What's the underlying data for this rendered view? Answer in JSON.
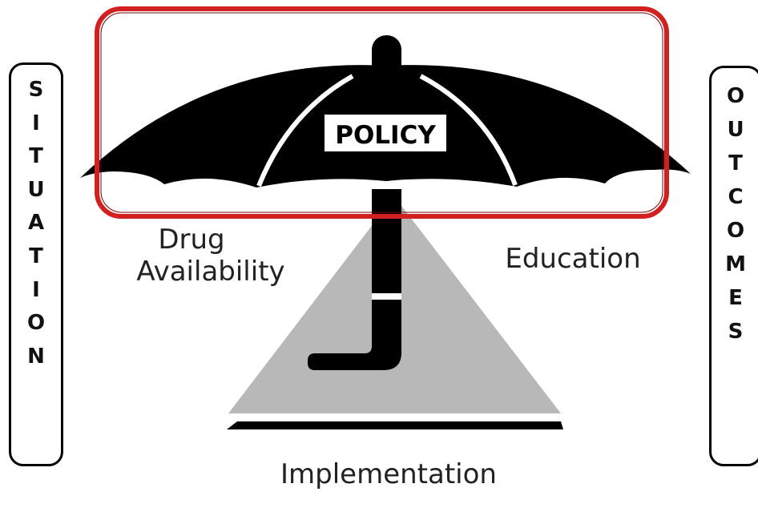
{
  "left_box": {
    "letters": [
      "S",
      "I",
      "T",
      "U",
      "A",
      "T",
      "I",
      "O",
      "N"
    ]
  },
  "right_box": {
    "letters": [
      "O",
      "U",
      "T",
      "C",
      "O",
      "M",
      "E",
      "S"
    ]
  },
  "labels": {
    "policy": "POLICY",
    "drug_line1": "Drug",
    "drug_line2": "Availability",
    "education": "Education",
    "implementation": "Implementation"
  },
  "colors": {
    "highlight": "#d21f1f",
    "umbrella": "#000000",
    "triangle": "#b8b8b8"
  }
}
